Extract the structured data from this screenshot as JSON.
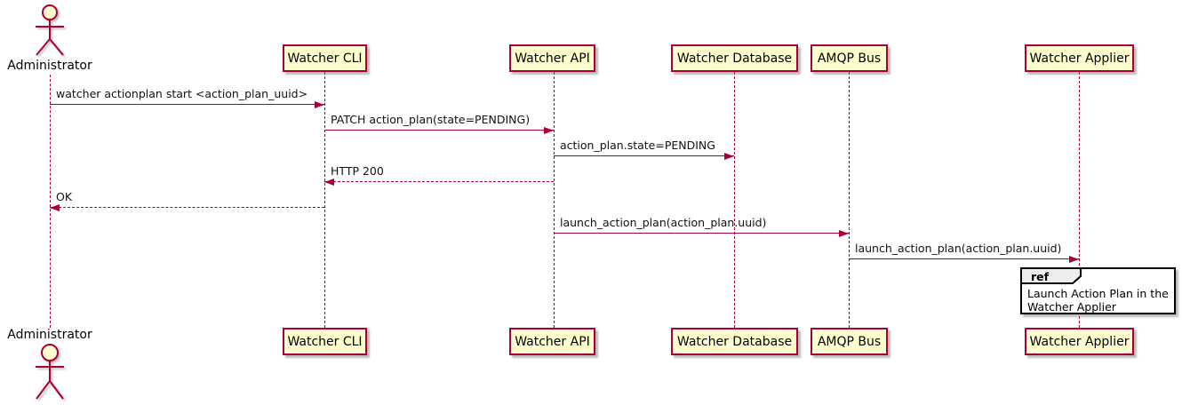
{
  "diagram": {
    "type": "sequence-diagram",
    "colors": {
      "participant_fill": "#FEFECE",
      "line_and_border": "#A80036",
      "ref_border": "#000000",
      "ref_tab_fill": "#EEEEEE",
      "text": "#000000"
    },
    "actor": {
      "label": "Administrator"
    },
    "participants": [
      {
        "label": "Watcher CLI"
      },
      {
        "label": "Watcher API"
      },
      {
        "label": "Watcher Database"
      },
      {
        "label": "AMQP Bus"
      },
      {
        "label": "Watcher Applier"
      }
    ],
    "messages": [
      {
        "text": "watcher actionplan start <action_plan_uuid>",
        "from": "Administrator",
        "to": "Watcher CLI",
        "style": "solid"
      },
      {
        "text": "PATCH action_plan(state=PENDING)",
        "from": "Watcher CLI",
        "to": "Watcher API",
        "style": "solid"
      },
      {
        "text": "action_plan.state=PENDING",
        "from": "Watcher API",
        "to": "Watcher Database",
        "style": "solid"
      },
      {
        "text": "HTTP 200",
        "from": "Watcher API",
        "to": "Watcher CLI",
        "style": "dashed"
      },
      {
        "text": "OK",
        "from": "Watcher CLI",
        "to": "Administrator",
        "style": "dashed"
      },
      {
        "text": "launch_action_plan(action_plan.uuid)",
        "from": "Watcher API",
        "to": "AMQP Bus",
        "style": "solid"
      },
      {
        "text": "launch_action_plan(action_plan.uuid)",
        "from": "AMQP Bus",
        "to": "Watcher Applier",
        "style": "solid"
      }
    ],
    "ref_fragment": {
      "keyword": "ref",
      "line1": "Launch Action Plan in the",
      "line2": "Watcher Applier"
    }
  }
}
